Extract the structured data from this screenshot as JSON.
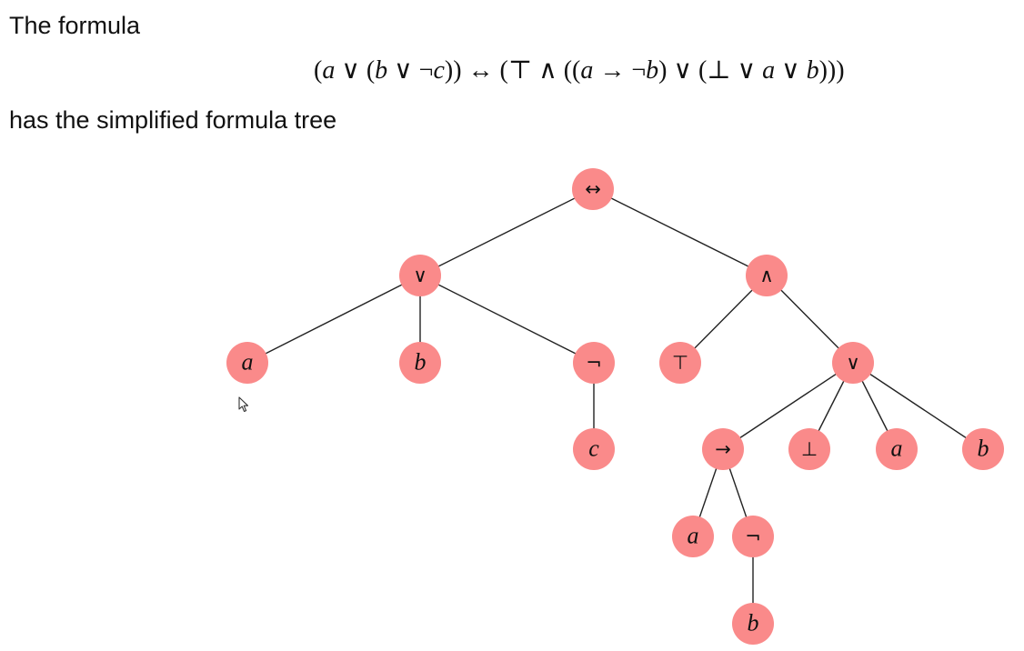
{
  "intro_text": "The formula",
  "formula": [
    {
      "t": "(",
      "k": "op"
    },
    {
      "t": "a",
      "k": "var"
    },
    {
      "t": " ∨ (",
      "k": "op"
    },
    {
      "t": "b",
      "k": "var"
    },
    {
      "t": " ∨ ¬",
      "k": "op"
    },
    {
      "t": "c",
      "k": "var"
    },
    {
      "t": ")) ↔ (⊤ ∧ ((",
      "k": "op"
    },
    {
      "t": "a",
      "k": "var"
    },
    {
      "t": " → ¬",
      "k": "op"
    },
    {
      "t": "b",
      "k": "var"
    },
    {
      "t": ") ∨ (⊥ ∨ ",
      "k": "op"
    },
    {
      "t": "a",
      "k": "var"
    },
    {
      "t": " ∨ ",
      "k": "op"
    },
    {
      "t": "b",
      "k": "var"
    },
    {
      "t": ")))",
      "k": "op"
    }
  ],
  "outro_text": "has the simplified formula tree",
  "tree": {
    "node_color": "#fa8a8a",
    "edge_color": "#222222",
    "nodes": [
      {
        "id": "n1",
        "label": "↔",
        "kind": "op",
        "name": "biconditional"
      },
      {
        "id": "n2",
        "label": "∨",
        "kind": "op",
        "name": "disjunction"
      },
      {
        "id": "n3",
        "label": "∧",
        "kind": "op",
        "name": "conjunction"
      },
      {
        "id": "n4",
        "label": "a",
        "kind": "var",
        "name": "variable-a"
      },
      {
        "id": "n5",
        "label": "b",
        "kind": "var",
        "name": "variable-b"
      },
      {
        "id": "n6",
        "label": "¬",
        "kind": "op",
        "name": "negation"
      },
      {
        "id": "n7",
        "label": "⊤",
        "kind": "op",
        "name": "top"
      },
      {
        "id": "n8",
        "label": "∨",
        "kind": "op",
        "name": "disjunction"
      },
      {
        "id": "n9",
        "label": "c",
        "kind": "var",
        "name": "variable-c"
      },
      {
        "id": "n10",
        "label": "→",
        "kind": "op",
        "name": "implication"
      },
      {
        "id": "n11",
        "label": "⊥",
        "kind": "op",
        "name": "bottom"
      },
      {
        "id": "n12",
        "label": "a",
        "kind": "var",
        "name": "variable-a"
      },
      {
        "id": "n13",
        "label": "b",
        "kind": "var",
        "name": "variable-b"
      },
      {
        "id": "n14",
        "label": "a",
        "kind": "var",
        "name": "variable-a"
      },
      {
        "id": "n15",
        "label": "¬",
        "kind": "op",
        "name": "negation"
      },
      {
        "id": "n16",
        "label": "b",
        "kind": "var",
        "name": "variable-b"
      }
    ],
    "edges": [
      [
        "n1",
        "n2"
      ],
      [
        "n1",
        "n3"
      ],
      [
        "n2",
        "n4"
      ],
      [
        "n2",
        "n5"
      ],
      [
        "n2",
        "n6"
      ],
      [
        "n6",
        "n9"
      ],
      [
        "n3",
        "n7"
      ],
      [
        "n3",
        "n8"
      ],
      [
        "n8",
        "n10"
      ],
      [
        "n8",
        "n11"
      ],
      [
        "n8",
        "n12"
      ],
      [
        "n8",
        "n13"
      ],
      [
        "n10",
        "n14"
      ],
      [
        "n10",
        "n15"
      ],
      [
        "n15",
        "n16"
      ]
    ]
  }
}
